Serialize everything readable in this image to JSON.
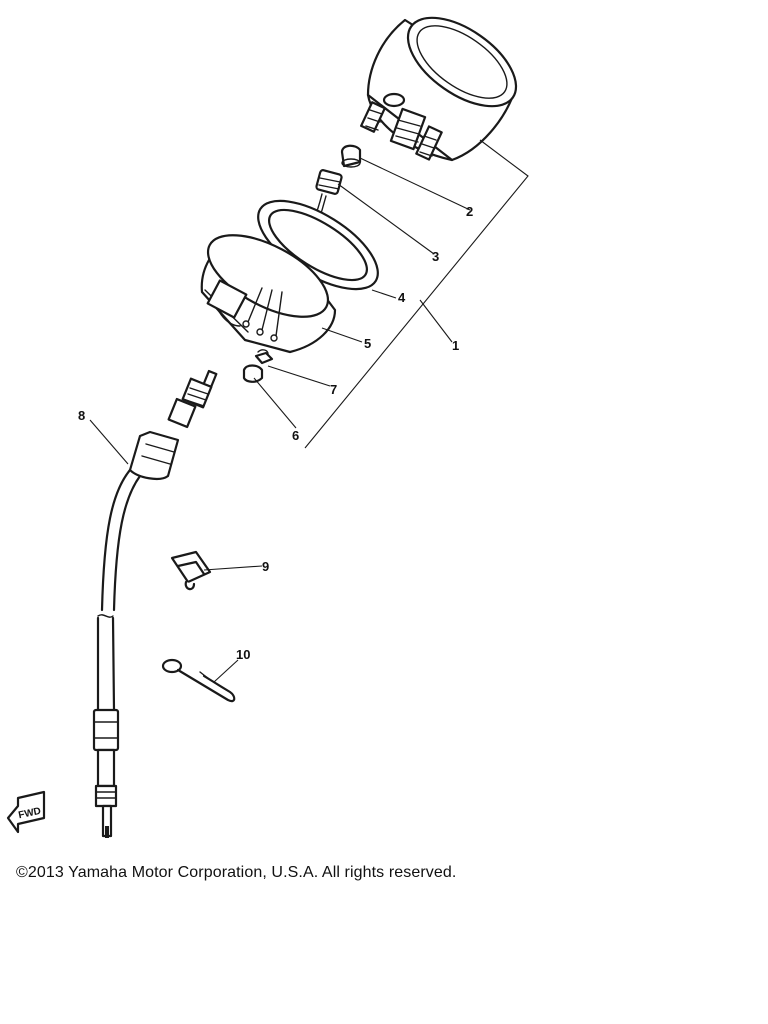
{
  "diagram": {
    "callouts": [
      "1",
      "2",
      "3",
      "4",
      "5",
      "6",
      "7",
      "8",
      "9",
      "10"
    ],
    "fwd_marker": "FWD"
  },
  "footer": {
    "copyright": "©2013 Yamaha Motor Corporation, U.S.A. All rights reserved."
  }
}
